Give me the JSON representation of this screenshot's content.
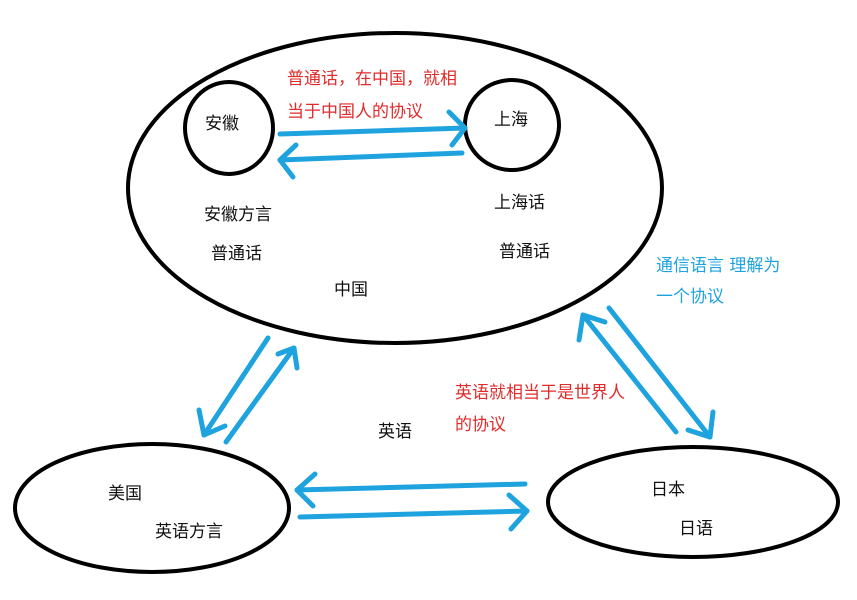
{
  "nodes": {
    "china": {
      "label": "中国",
      "lines": [
        "安徽方言",
        "普通话",
        "上海话",
        "普通话"
      ]
    },
    "anhui": {
      "label": "安徽"
    },
    "shanghai": {
      "label": "上海"
    },
    "usa": {
      "label": "美国",
      "line": "英语方言"
    },
    "japan": {
      "label": "日本",
      "line": "日语"
    }
  },
  "annotations": {
    "putonghua_protocol": [
      "普通话，在中国，就相",
      "当于中国人的协议"
    ],
    "comm_language_protocol": [
      "通信语言 理解为",
      "一个协议"
    ],
    "english_protocol": [
      "英语就相当于是世界人",
      "的协议"
    ],
    "english": "英语"
  },
  "colors": {
    "outline": "#000000",
    "arrow": "#1fa3de",
    "red_text": "#e02b2b",
    "blue_text": "#1fa3de"
  }
}
